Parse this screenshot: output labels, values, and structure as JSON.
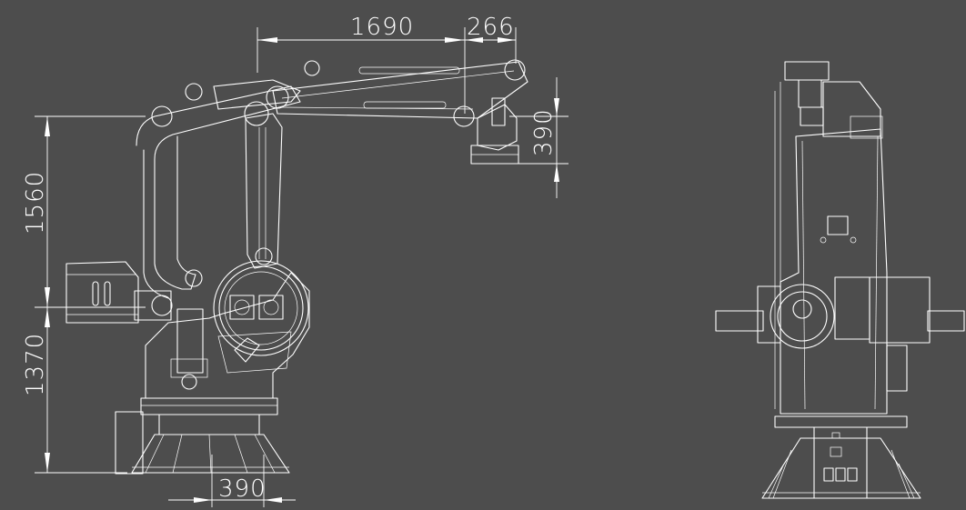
{
  "drawing": {
    "background": "#4d4d4d",
    "line_color": "#ffffff",
    "dimensions": {
      "reach": "1690",
      "offset": "266",
      "flange_height": "390",
      "upper_height": "1560",
      "lower_height": "1370",
      "base_width": "390"
    }
  }
}
